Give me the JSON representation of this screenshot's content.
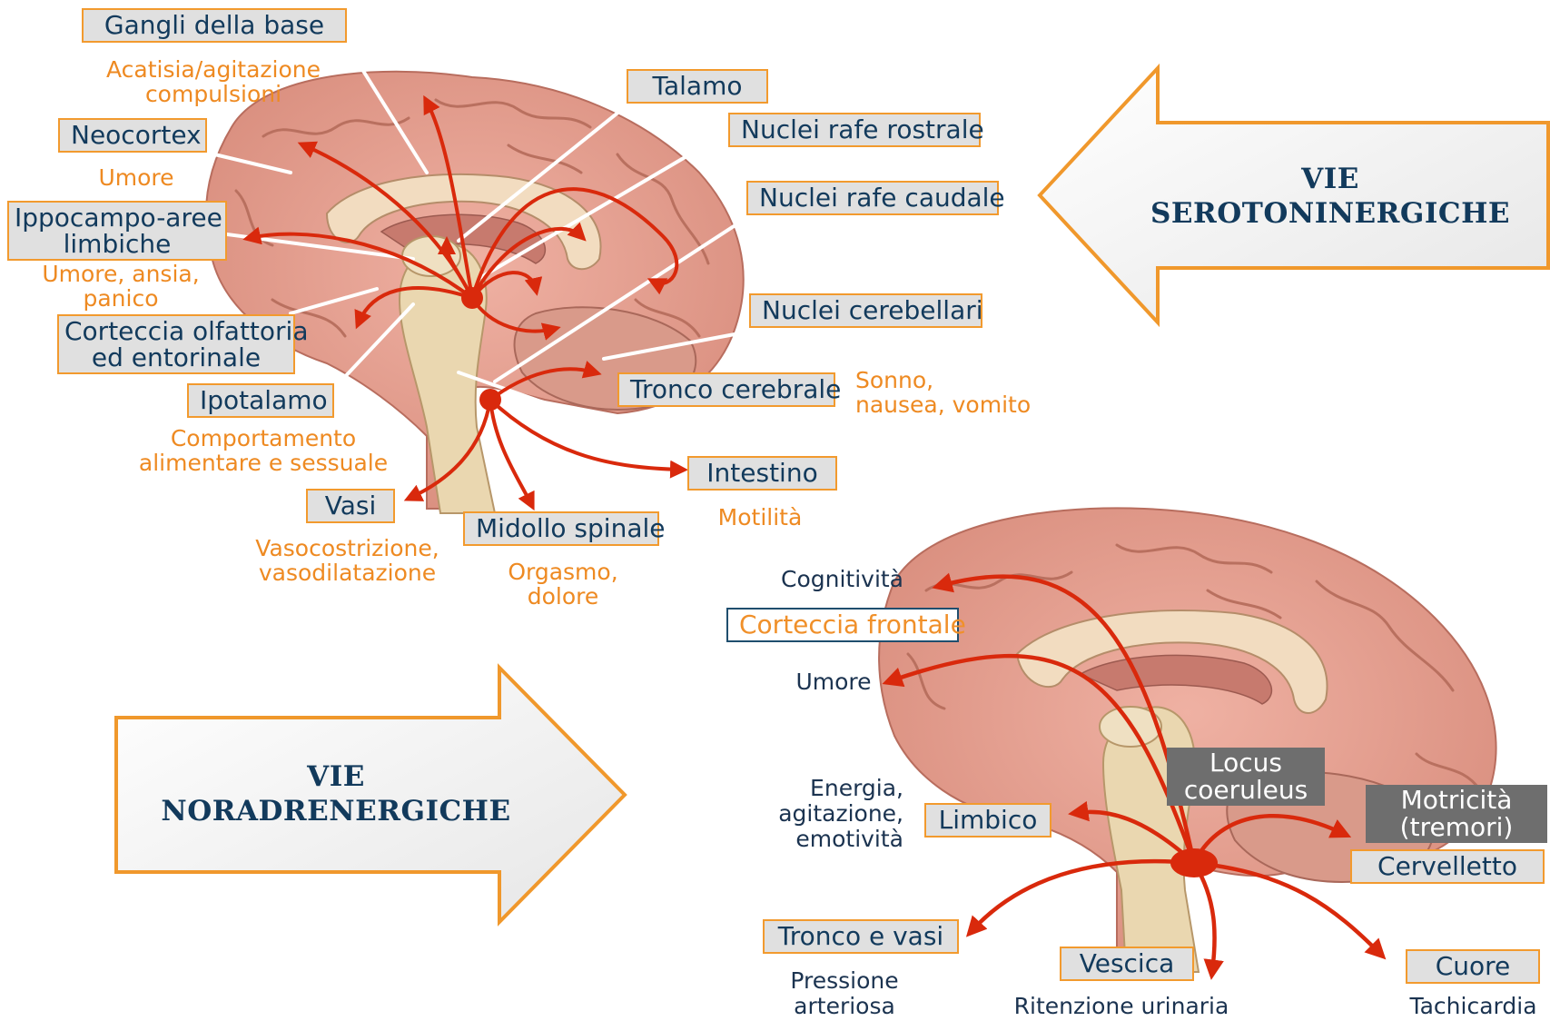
{
  "serotonin": {
    "title_line1": "VIE",
    "title_line2": "SEROTONINERGICHE",
    "labels": {
      "gangli": "Gangli della base",
      "talamo": "Talamo",
      "neocortex": "Neocortex",
      "rafe_rostrale": "Nuclei rafe rostrale",
      "rafe_caudale": "Nuclei rafe caudale",
      "ippocampo_l1": "Ippocampo-aree",
      "ippocampo_l2": "limbiche",
      "cerebellari": "Nuclei cerebellari",
      "olfattoria_l1": "Corteccia olfattoria",
      "olfattoria_l2": "ed entorinale",
      "tronco": "Tronco cerebrale",
      "ipotalamo": "Ipotalamo",
      "intestino": "Intestino",
      "vasi": "Vasi",
      "midollo": "Midollo spinale"
    },
    "effects": {
      "gangli_l1": "Acatisia/agitazione",
      "gangli_l2": "compulsioni",
      "neocortex": "Umore",
      "ippocampo_l1": "Umore, ansia,",
      "ippocampo_l2": "panico",
      "tronco_l1": "Sonno,",
      "tronco_l2": "nausea, vomito",
      "ipotalamo_l1": "Comportamento",
      "ipotalamo_l2": "alimentare e sessuale",
      "intestino": "Motilità",
      "vasi_l1": "Vasocostrizione,",
      "vasi_l2": "vasodilatazione",
      "midollo_l1": "Orgasmo,",
      "midollo_l2": "dolore"
    }
  },
  "noradrenaline": {
    "title_line1": "VIE",
    "title_line2": "NORADRENERGICHE",
    "labels": {
      "corteccia_frontale": "Corteccia frontale",
      "limbico": "Limbico",
      "locus_l1": "Locus",
      "locus_l2": "coeruleus",
      "motricita_l1": "Motricità",
      "motricita_l2": "(tremori)",
      "cervelletto": "Cervelletto",
      "tronco_vasi": "Tronco e vasi",
      "vescica": "Vescica",
      "cuore": "Cuore"
    },
    "effects": {
      "cognitivita": "Cognitività",
      "umore": "Umore",
      "energia_l1": "Energia,",
      "energia_l2": "agitazione,",
      "energia_l3": "emotività",
      "pressione_l1": "Pressione",
      "pressione_l2": "arteriosa",
      "ritenzione": "Ritenzione urinaria",
      "tachicardia": "Tachicardia"
    }
  },
  "colors": {
    "pathway": "#d9290c",
    "label_border": "#f29a2e",
    "label_fill": "#e0e0e0",
    "label_text": "#123a5c",
    "effect_text": "#ee8a22",
    "brain_cortex": "#e8a293",
    "brainstem": "#ead7b0"
  }
}
